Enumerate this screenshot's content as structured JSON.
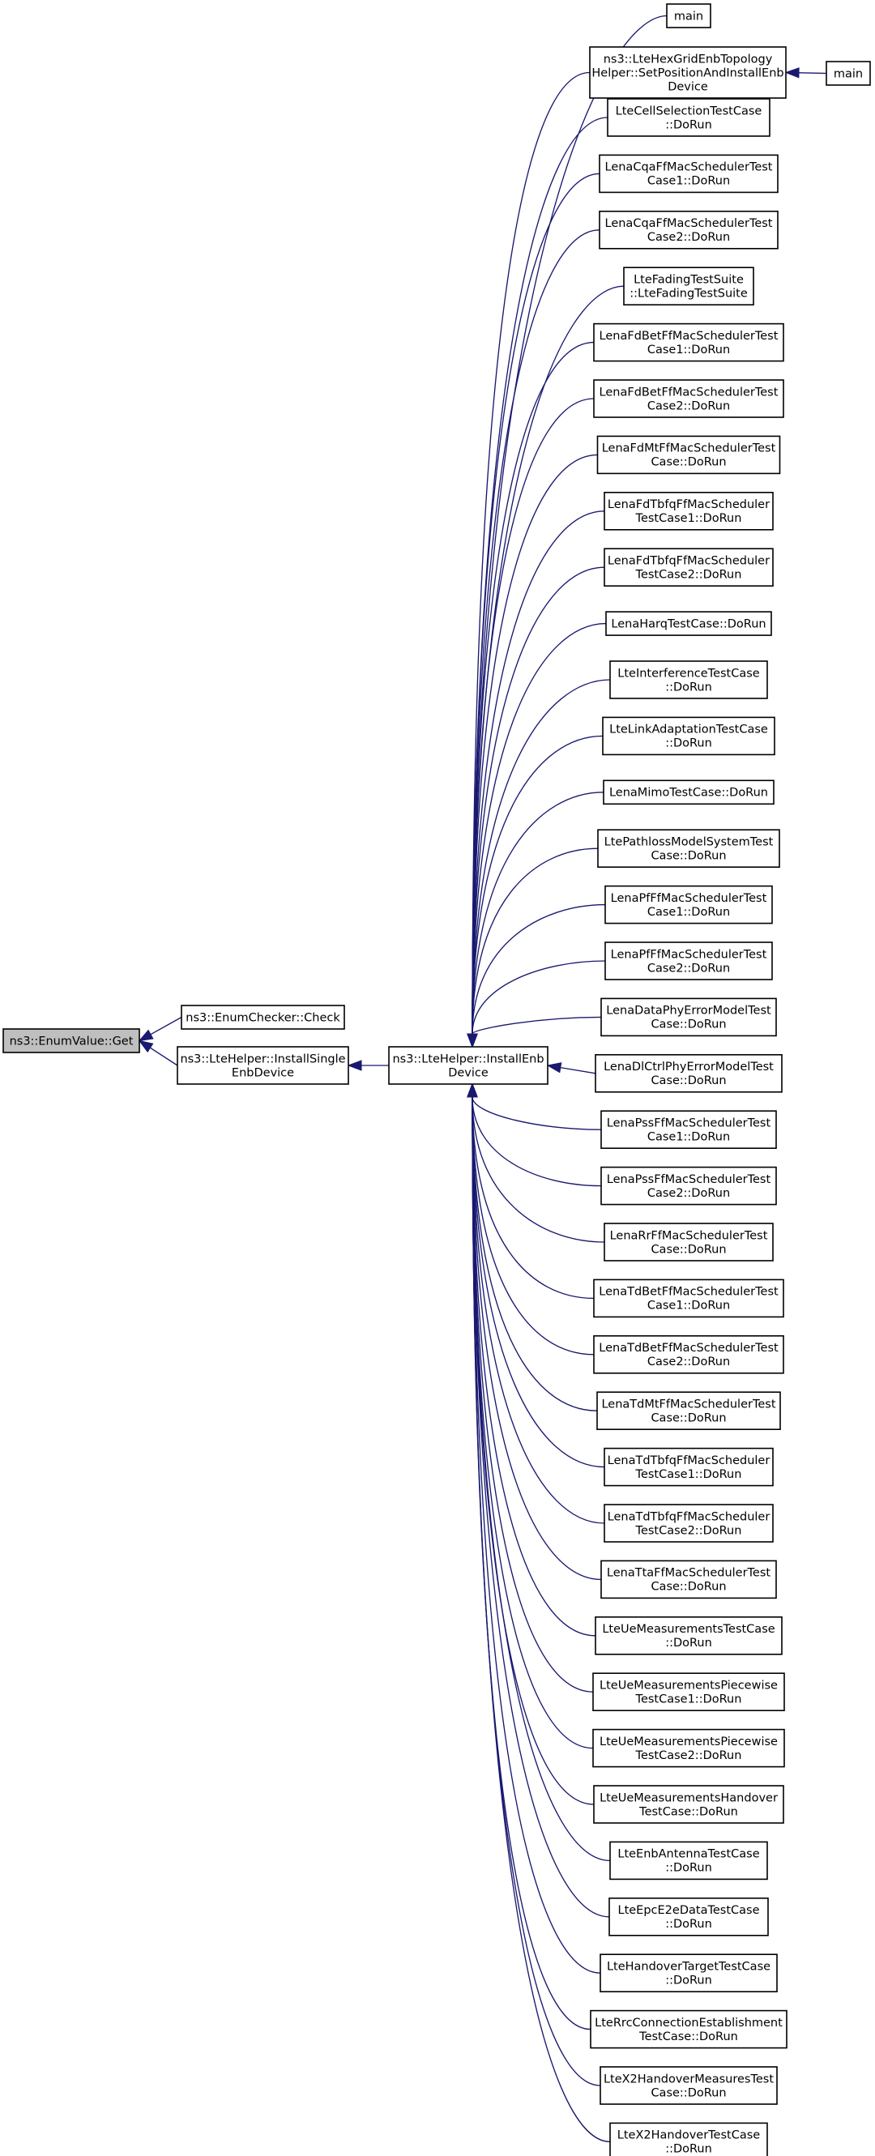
{
  "diagram": {
    "type": "call-graph",
    "root": "ns3::EnumValue::Get",
    "colors": {
      "edge": "#191970",
      "root_fill": "#bfbfbf",
      "node_fill": "#ffffff",
      "border": "#000000"
    },
    "nodes": [
      {
        "id": "enumvalue_get",
        "lines": [
          "ns3::EnumValue::Get"
        ]
      },
      {
        "id": "enumchecker_check",
        "lines": [
          "ns3::EnumChecker::Check"
        ]
      },
      {
        "id": "install_single",
        "lines": [
          "ns3::LteHelper::InstallSingle",
          "EnbDevice"
        ]
      },
      {
        "id": "install_enb",
        "lines": [
          "ns3::LteHelper::InstallEnb",
          "Device"
        ]
      },
      {
        "id": "main_1",
        "lines": [
          "main"
        ]
      },
      {
        "id": "hexgrid",
        "lines": [
          "ns3::LteHexGridEnbTopology",
          "Helper::SetPositionAndInstallEnb",
          "Device"
        ]
      },
      {
        "id": "main_2",
        "lines": [
          "main"
        ]
      },
      {
        "id": "c1",
        "lines": [
          "LteCellSelectionTestCase",
          "::DoRun"
        ]
      },
      {
        "id": "c2",
        "lines": [
          "LenaCqaFfMacSchedulerTest",
          "Case1::DoRun"
        ]
      },
      {
        "id": "c3",
        "lines": [
          "LenaCqaFfMacSchedulerTest",
          "Case2::DoRun"
        ]
      },
      {
        "id": "c4",
        "lines": [
          "LteFadingTestSuite",
          "::LteFadingTestSuite"
        ]
      },
      {
        "id": "c5",
        "lines": [
          "LenaFdBetFfMacSchedulerTest",
          "Case1::DoRun"
        ]
      },
      {
        "id": "c6",
        "lines": [
          "LenaFdBetFfMacSchedulerTest",
          "Case2::DoRun"
        ]
      },
      {
        "id": "c7",
        "lines": [
          "LenaFdMtFfMacSchedulerTest",
          "Case::DoRun"
        ]
      },
      {
        "id": "c8",
        "lines": [
          "LenaFdTbfqFfMacScheduler",
          "TestCase1::DoRun"
        ]
      },
      {
        "id": "c9",
        "lines": [
          "LenaFdTbfqFfMacScheduler",
          "TestCase2::DoRun"
        ]
      },
      {
        "id": "c10",
        "lines": [
          "LenaHarqTestCase::DoRun"
        ]
      },
      {
        "id": "c11",
        "lines": [
          "LteInterferenceTestCase",
          "::DoRun"
        ]
      },
      {
        "id": "c12",
        "lines": [
          "LteLinkAdaptationTestCase",
          "::DoRun"
        ]
      },
      {
        "id": "c13",
        "lines": [
          "LenaMimoTestCase::DoRun"
        ]
      },
      {
        "id": "c14",
        "lines": [
          "LtePathlossModelSystemTest",
          "Case::DoRun"
        ]
      },
      {
        "id": "c15",
        "lines": [
          "LenaPfFfMacSchedulerTest",
          "Case1::DoRun"
        ]
      },
      {
        "id": "c16",
        "lines": [
          "LenaPfFfMacSchedulerTest",
          "Case2::DoRun"
        ]
      },
      {
        "id": "c17",
        "lines": [
          "LenaDataPhyErrorModelTest",
          "Case::DoRun"
        ]
      },
      {
        "id": "c18",
        "lines": [
          "LenaDlCtrlPhyErrorModelTest",
          "Case::DoRun"
        ]
      },
      {
        "id": "c19",
        "lines": [
          "LenaPssFfMacSchedulerTest",
          "Case1::DoRun"
        ]
      },
      {
        "id": "c20",
        "lines": [
          "LenaPssFfMacSchedulerTest",
          "Case2::DoRun"
        ]
      },
      {
        "id": "c21",
        "lines": [
          "LenaRrFfMacSchedulerTest",
          "Case::DoRun"
        ]
      },
      {
        "id": "c22",
        "lines": [
          "LenaTdBetFfMacSchedulerTest",
          "Case1::DoRun"
        ]
      },
      {
        "id": "c23",
        "lines": [
          "LenaTdBetFfMacSchedulerTest",
          "Case2::DoRun"
        ]
      },
      {
        "id": "c24",
        "lines": [
          "LenaTdMtFfMacSchedulerTest",
          "Case::DoRun"
        ]
      },
      {
        "id": "c25",
        "lines": [
          "LenaTdTbfqFfMacScheduler",
          "TestCase1::DoRun"
        ]
      },
      {
        "id": "c26",
        "lines": [
          "LenaTdTbfqFfMacScheduler",
          "TestCase2::DoRun"
        ]
      },
      {
        "id": "c27",
        "lines": [
          "LenaTtaFfMacSchedulerTest",
          "Case::DoRun"
        ]
      },
      {
        "id": "c28",
        "lines": [
          "LteUeMeasurementsTestCase",
          "::DoRun"
        ]
      },
      {
        "id": "c29",
        "lines": [
          "LteUeMeasurementsPiecewise",
          "TestCase1::DoRun"
        ]
      },
      {
        "id": "c30",
        "lines": [
          "LteUeMeasurementsPiecewise",
          "TestCase2::DoRun"
        ]
      },
      {
        "id": "c31",
        "lines": [
          "LteUeMeasurementsHandover",
          "TestCase::DoRun"
        ]
      },
      {
        "id": "c32",
        "lines": [
          "LteEnbAntennaTestCase",
          "::DoRun"
        ]
      },
      {
        "id": "c33",
        "lines": [
          "LteEpcE2eDataTestCase",
          "::DoRun"
        ]
      },
      {
        "id": "c34",
        "lines": [
          "LteHandoverTargetTestCase",
          "::DoRun"
        ]
      },
      {
        "id": "c35",
        "lines": [
          "LteRrcConnectionEstablishment",
          "TestCase::DoRun"
        ]
      },
      {
        "id": "c36",
        "lines": [
          "LteX2HandoverMeasuresTest",
          "Case::DoRun"
        ]
      },
      {
        "id": "c37",
        "lines": [
          "LteX2HandoverTestCase",
          "::DoRun"
        ]
      }
    ],
    "edges": [
      {
        "from": "enumchecker_check",
        "to": "enumvalue_get"
      },
      {
        "from": "install_single",
        "to": "enumvalue_get"
      },
      {
        "from": "install_enb",
        "to": "install_single"
      },
      {
        "from": "main_1",
        "to": "install_enb"
      },
      {
        "from": "hexgrid",
        "to": "install_enb"
      },
      {
        "from": "main_2",
        "to": "hexgrid"
      },
      {
        "from": "c1",
        "to": "install_enb"
      },
      {
        "from": "c2",
        "to": "install_enb"
      },
      {
        "from": "c3",
        "to": "install_enb"
      },
      {
        "from": "c4",
        "to": "install_enb"
      },
      {
        "from": "c5",
        "to": "install_enb"
      },
      {
        "from": "c6",
        "to": "install_enb"
      },
      {
        "from": "c7",
        "to": "install_enb"
      },
      {
        "from": "c8",
        "to": "install_enb"
      },
      {
        "from": "c9",
        "to": "install_enb"
      },
      {
        "from": "c10",
        "to": "install_enb"
      },
      {
        "from": "c11",
        "to": "install_enb"
      },
      {
        "from": "c12",
        "to": "install_enb"
      },
      {
        "from": "c13",
        "to": "install_enb"
      },
      {
        "from": "c14",
        "to": "install_enb"
      },
      {
        "from": "c15",
        "to": "install_enb"
      },
      {
        "from": "c16",
        "to": "install_enb"
      },
      {
        "from": "c17",
        "to": "install_enb"
      },
      {
        "from": "c18",
        "to": "install_enb"
      },
      {
        "from": "c19",
        "to": "install_enb"
      },
      {
        "from": "c20",
        "to": "install_enb"
      },
      {
        "from": "c21",
        "to": "install_enb"
      },
      {
        "from": "c22",
        "to": "install_enb"
      },
      {
        "from": "c23",
        "to": "install_enb"
      },
      {
        "from": "c24",
        "to": "install_enb"
      },
      {
        "from": "c25",
        "to": "install_enb"
      },
      {
        "from": "c26",
        "to": "install_enb"
      },
      {
        "from": "c27",
        "to": "install_enb"
      },
      {
        "from": "c28",
        "to": "install_enb"
      },
      {
        "from": "c29",
        "to": "install_enb"
      },
      {
        "from": "c30",
        "to": "install_enb"
      },
      {
        "from": "c31",
        "to": "install_enb"
      },
      {
        "from": "c32",
        "to": "install_enb"
      },
      {
        "from": "c33",
        "to": "install_enb"
      },
      {
        "from": "c34",
        "to": "install_enb"
      },
      {
        "from": "c35",
        "to": "install_enb"
      },
      {
        "from": "c36",
        "to": "install_enb"
      },
      {
        "from": "c37",
        "to": "install_enb"
      }
    ]
  }
}
